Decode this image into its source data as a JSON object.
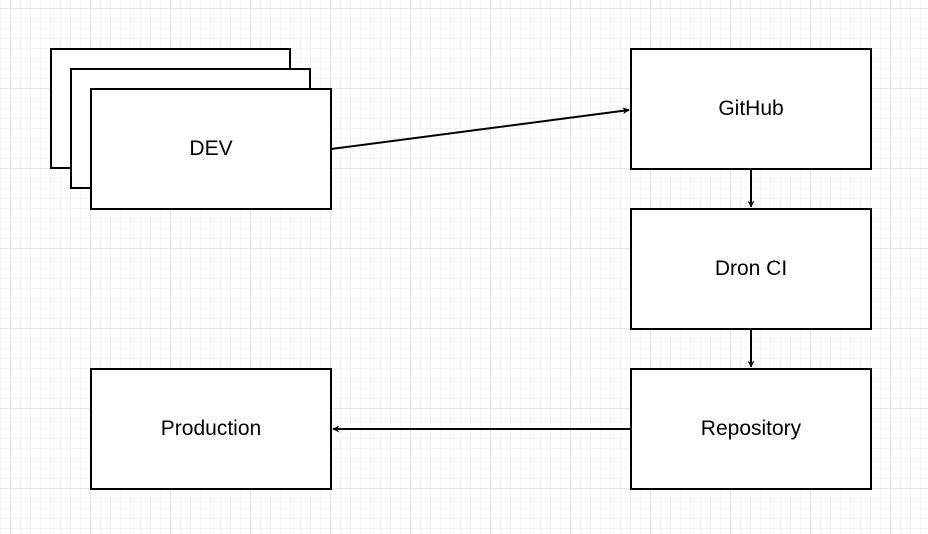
{
  "diagram": {
    "nodes": {
      "dev": "DEV",
      "github": "GitHub",
      "dron_ci": "Dron CI",
      "repository": "Repository",
      "production": "Production"
    },
    "edges": [
      {
        "from": "DEV",
        "to": "GitHub"
      },
      {
        "from": "GitHub",
        "to": "Dron CI"
      },
      {
        "from": "Dron CI",
        "to": "Repository"
      },
      {
        "from": "Repository",
        "to": "Production"
      }
    ]
  }
}
